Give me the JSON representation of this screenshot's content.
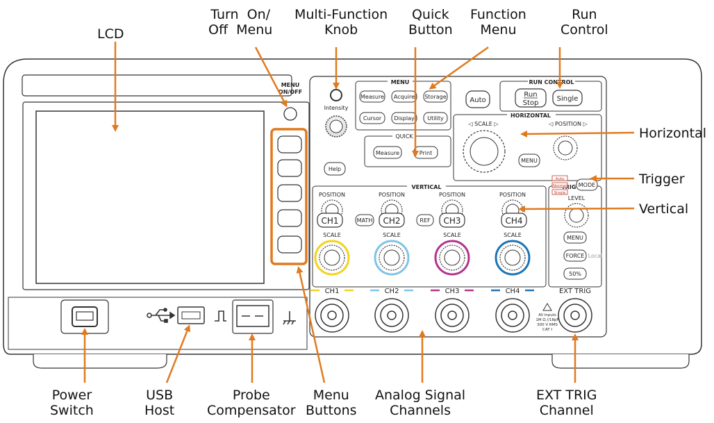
{
  "callouts": {
    "lcd": "LCD",
    "turn_on_off_menu": "Turn  On/\nOff  Menu",
    "multi_function_knob": "Multi-Function\nKnob",
    "quick_button": "Quick\nButton",
    "function_menu": "Function\nMenu",
    "run_control": "Run\nControl",
    "horizontal": "Horizontal",
    "trigger": "Trigger",
    "vertical": "Vertical",
    "power_switch": "Power\nSwitch",
    "usb_host": "USB\nHost",
    "probe_compensator": "Probe\nCompensator",
    "menu_buttons": "Menu\nButtons",
    "analog_signal_channels": "Analog Signal\nChannels",
    "ext_trig_channel": "EXT TRIG\nChannel"
  },
  "panel": {
    "menu_onoff_top": "MENU",
    "menu_onoff_bottom": "ON/OFF",
    "intensity": "Intensity",
    "help": "Help",
    "menu_section": "MENU",
    "measure": "Measure",
    "acquire": "Acquire",
    "storage": "Storage",
    "cursor": "Cursor",
    "display": "Display",
    "utility": "Utility",
    "quick_section": "QUICK",
    "quick_measure": "Measure",
    "print": "Print",
    "auto": "Auto",
    "run_control_section": "RUN CONTROL",
    "run": "Run",
    "stop": "Stop",
    "single": "Single",
    "horizontal_section": "HORIZONTAL",
    "scale": "◁ SCALE ▷",
    "h_position": "◁ POSITION ▷",
    "h_menu": "MENU",
    "vertical_section": "VERTICAL",
    "position": "POSITION",
    "v_scale": "SCALE",
    "ch1": "CH1",
    "ch2": "CH2",
    "ch3": "CH3",
    "ch4": "CH4",
    "math": "MATH",
    "ref": "REF",
    "trigger_section": "TRIGGER",
    "auto_mode": "Auto",
    "normal_mode": "Normal",
    "single_mode": "Single",
    "mode": "MODE",
    "level": "LEVEL",
    "t_menu": "MENU",
    "force": "FORCE",
    "local": "Local",
    "fifty": "50%",
    "ext_trig": "EXT TRIG",
    "warning_line1": "All inputs",
    "warning_line2": "1M Ω //18pF",
    "warning_line3": "300 V RMS",
    "warning_line4": "CAT I"
  },
  "colors": {
    "arrow": "#e07a1f",
    "ch1": "#f2d31b",
    "ch2": "#7fc3e8",
    "ch3": "#b3338c",
    "ch4": "#1a74b8",
    "highlight_box": "#e0781e"
  }
}
